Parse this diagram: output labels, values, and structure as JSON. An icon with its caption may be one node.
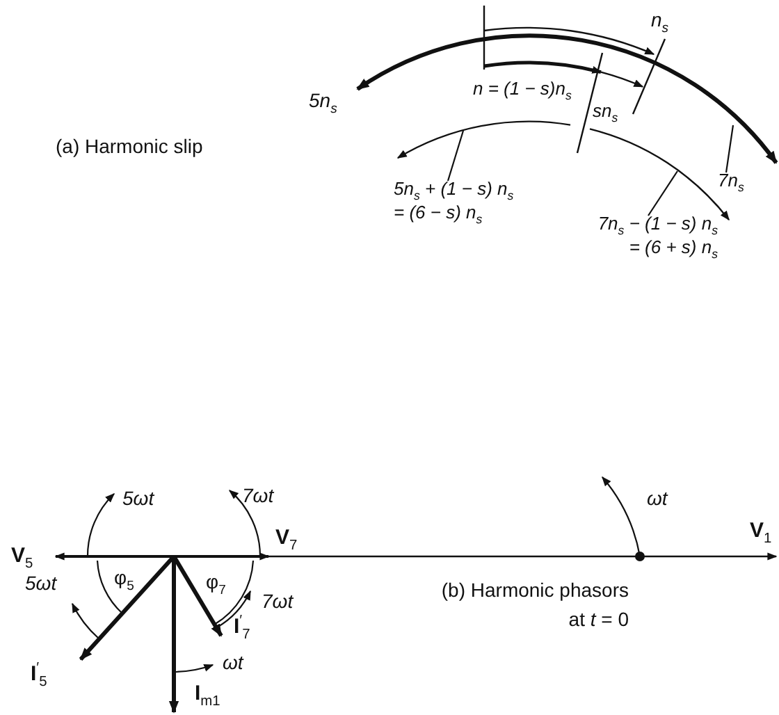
{
  "diagram": {
    "nodes": [
      {
        "text": [
          "5n$_{s}$ + (1 − s) n$_{s}$ = (6 − s) n$_{s}$"
        ]
      },
      {
        "text": [
          "7n$_{s}$ − (1 − s) n$_{s}$ = (6 + s) n$_{s}$"
        ]
      },
      {
        "text": [
          "7n$_{s}$"
        ]
      }
    ],
    "edges": [
      {
        "from": 0,
        "to": null,
        "arrow": "none"
      },
      {
        "from": 1,
        "to": null,
        "arrow": "none"
      },
      {
        "from": 2,
        "to": null,
        "arrow": "none"
      }
    ],
    "labels": [
      "n$_{s}$",
      "5n$_{s}$",
      "n = (1 − s)n$_{s}$",
      "(a) Harmonic slip",
      "sn$_{s}$",
      "5ωt",
      "7ωt",
      "ωt",
      "**V**$_{5}$",
      "**V**$_{7}$",
      "**V**$_{1}$",
      "5ωt",
      "φ$_{5}$",
      "φ$_{7}$",
      "7ωt",
      "(b) Harmonic phasors at *t* = 0",
      "**I**$^{′}$$_{5}$",
      "**I**$^{′}$$_{7}$",
      "ωt",
      "**I**$_{m1}$"
    ]
  }
}
